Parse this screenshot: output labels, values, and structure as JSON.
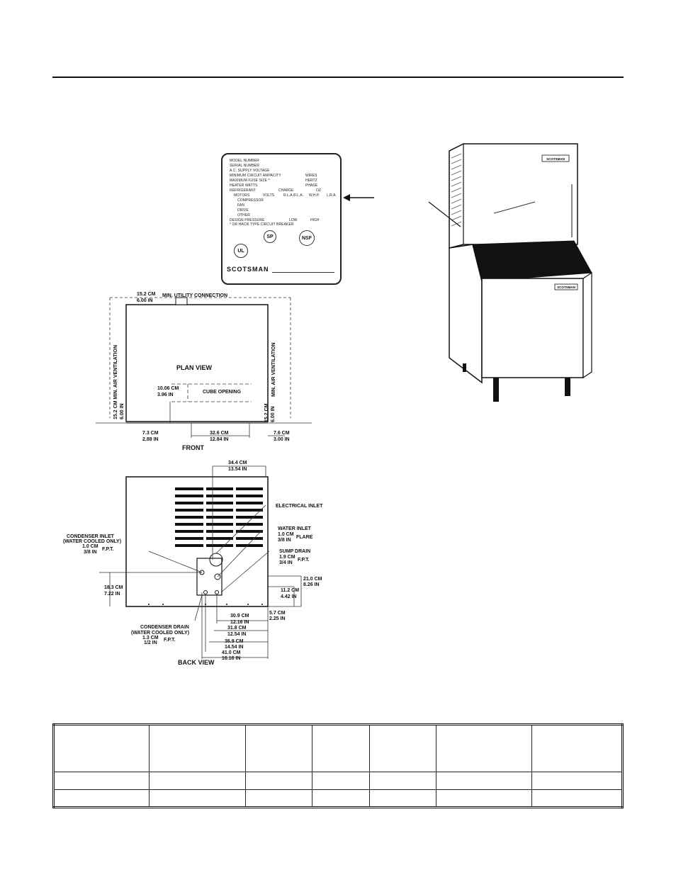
{
  "plate": {
    "lines": [
      "MODEL NUMBER",
      "SERIAL NUMBER",
      "A.C. SUPPLY VOLTAGE",
      "MINIMUM CIRCUIT AMPACITY",
      "MAXIMUM FUSE SIZE *",
      "HEATER WATTS",
      "REFRIGERANT",
      "MOTORS",
      "COMPRESSOR",
      "FAN",
      "DRIVE",
      "OTHER",
      "DESIGN PRESSURE",
      "* OR HACR TYPE CIRCUIT BREAKER"
    ],
    "right": {
      "wires": "WIRES",
      "hertz": "HERTZ",
      "phase": "PHASE",
      "charge": "CHARGE",
      "oz": "OZ",
      "volts": "VOLTS",
      "fla": "R.L.A./F.L.A.",
      "whp": "W.H.P.",
      "lra": "L.R.A.",
      "low": "LOW",
      "high": "HIGH"
    },
    "ul": "UL",
    "csa": "SP",
    "nsf": "NSF",
    "brand": "SCOTSMAN"
  },
  "machine": {
    "badge_top": "SCOTSMAN",
    "badge_bin": "SCOTSMAN"
  },
  "plan": {
    "utility_cm": "15.2 CM",
    "utility_in": "6.00 IN",
    "utility_label": "MIN. UTILITY CONNECTION",
    "left_vent": "15.2 CM MIN. AIR VENTILATION",
    "left_vent_in": "6.00 IN",
    "right_vent": "MIN. AIR VENTILATION",
    "right_vent_cm": "15.2 CM",
    "right_vent_in": "6.00 IN",
    "title": "PLAN VIEW",
    "cube_cm": "10.06 CM",
    "cube_in": "3.96 IN",
    "cube_label": "CUBE OPENING",
    "d1_cm": "7.3 CM",
    "d1_in": "2.88 IN",
    "d2_cm": "32.6 CM",
    "d2_in": "12.84 IN",
    "d3_cm": "7.6 CM",
    "d3_in": "3.00 IN",
    "front": "FRONT"
  },
  "back": {
    "top_cm": "34.4 CM",
    "top_in": "13.54 IN",
    "electrical": "ELECTRICAL INLET",
    "water_inlet": "WATER INLET",
    "water_cm": "1.0 CM",
    "water_in": "3/8 IN",
    "flare": "FLARE",
    "sump": "SUMP DRAIN",
    "sump_cm": "1.9 CM",
    "sump_in": "3/4 IN",
    "fpt": "F.P.T.",
    "cond_inlet1": "CONDENSER INLET",
    "cond_inlet2": "(WATER COOLED ONLY)",
    "cond_cm": "1.0 CM",
    "cond_in": "3/8 IN",
    "cond_fpt": "F.P.T.",
    "h1_cm": "18.3 CM",
    "h1_in": "7.22 IN",
    "r1_cm": "21.0 CM",
    "r1_in": "8.26 IN",
    "r2_cm": "11.2 CM",
    "r2_in": "4.42 IN",
    "r3_cm": "5.7 CM",
    "r3_in": "2.25 IN",
    "d1_cm": "30.9 CM",
    "d1_in": "12.16 IN",
    "d2_cm": "31.8 CM",
    "d2_in": "12.54 IN",
    "d3_cm": "36.9 CM",
    "d3_in": "14.54 IN",
    "d4_cm": "41.0 CM",
    "d4_in": "16.16 IN",
    "drain1": "CONDENSER DRAIN",
    "drain2": "(WATER COOLED ONLY)",
    "drain_cm": "1.3 CM",
    "drain_in": "1/2 IN",
    "drain_fpt": "F.P.T.",
    "title": "BACK VIEW"
  }
}
